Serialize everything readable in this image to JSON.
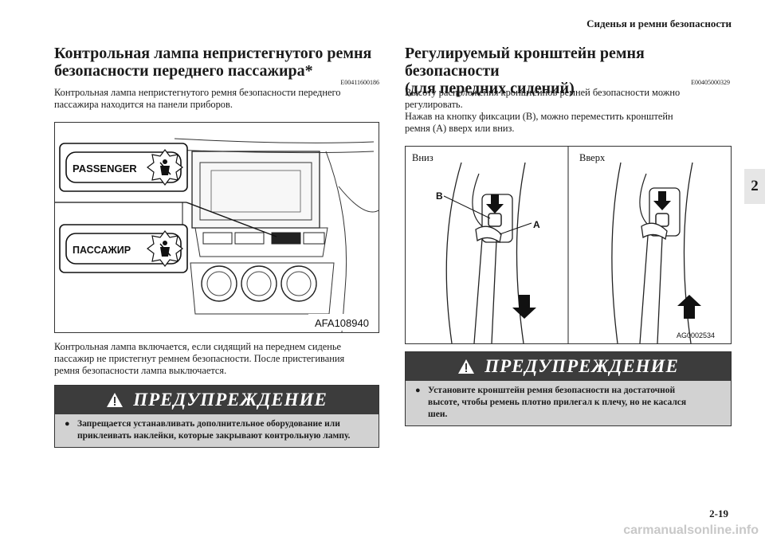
{
  "header": {
    "section": "Сиденья и ремни безопасности"
  },
  "chapter_tab": "2",
  "left": {
    "title_line1": "Контрольная лампа непристегнутого ремня",
    "title_line2": "безопасности переднего пассажира*",
    "code": "E00411600186",
    "intro_line1": "Контрольная лампа непристегнутого ремня безопасности переднего",
    "intro_line2": "пассажира находится на панели приборов.",
    "figure": {
      "label_en": "PASSENGER",
      "label_ru": "ПАССАЖИР",
      "code": "AFA108940"
    },
    "after_line1": "Контрольная лампа включается, если сидящий на переднем сиденье",
    "after_line2": "пассажир не пристегнут ремнем безопасности. После пристегивания",
    "after_line3": "ремня безопасности лампа выключается.",
    "warning": {
      "title": "ПРЕДУПРЕЖДЕНИЕ",
      "text_line1": "Запрещается устанавливать дополнительное оборудование или",
      "text_line2": "приклеивать наклейки, которые закрывают контрольную лампу."
    }
  },
  "right": {
    "title_line1": "Регулируемый кронштейн ремня безопасности",
    "title_line2": "(для передних сидений)",
    "code": "E00405000329",
    "p1_line1": "Высоту расположения кронштейнов ремней безопасности можно",
    "p1_line2": "регулировать.",
    "p2_line1": "Нажав на кнопку фиксации (B), можно переместить кронштейн",
    "p2_line2": "ремня (A) вверх или вниз.",
    "figure": {
      "down_label": "Вниз",
      "up_label": "Вверх",
      "label_b": "B",
      "label_a": "A",
      "code": "AG0002534"
    },
    "warning": {
      "title": "ПРЕДУПРЕЖДЕНИЕ",
      "text_line1": "Установите кронштейн ремня безопасности на достаточной",
      "text_line2": "высоте, чтобы ремень плотно прилегал к плечу, но не касался",
      "text_line3": "шеи."
    }
  },
  "page_number": "2-19",
  "watermark": "carmanualsonline.info"
}
